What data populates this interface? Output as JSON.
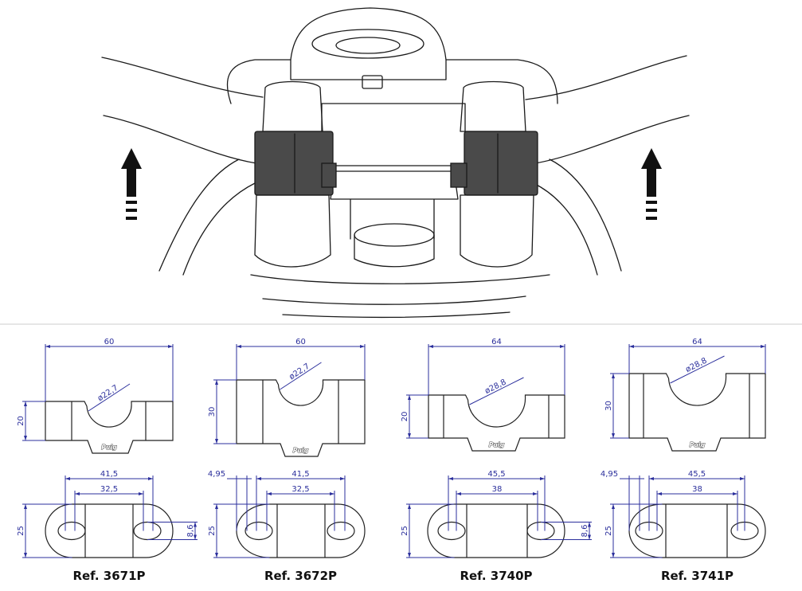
{
  "illustration": {
    "subject": "handlebar-risers-on-motorcycle",
    "arrow_count": 2
  },
  "brand_logo": "Puig",
  "panels": [
    {
      "ref": "Ref. 3671P",
      "width": "60",
      "height": "20",
      "diameter": "ø22,7",
      "outer_spacing": "41,5",
      "inner_spacing": "32,5",
      "depth": "25",
      "slot": "8,6",
      "offset": ""
    },
    {
      "ref": "Ref. 3672P",
      "width": "60",
      "height": "30",
      "diameter": "ø22,7",
      "outer_spacing": "41,5",
      "inner_spacing": "32,5",
      "depth": "25",
      "slot": "",
      "offset": "4,95"
    },
    {
      "ref": "Ref. 3740P",
      "width": "64",
      "height": "20",
      "diameter": "ø28,8",
      "outer_spacing": "45,5",
      "inner_spacing": "38",
      "depth": "25",
      "slot": "8,6",
      "offset": ""
    },
    {
      "ref": "Ref. 3741P",
      "width": "64",
      "height": "30",
      "diameter": "ø28,8",
      "outer_spacing": "45,5",
      "inner_spacing": "38",
      "depth": "25",
      "slot": "",
      "offset": "4,95"
    }
  ]
}
